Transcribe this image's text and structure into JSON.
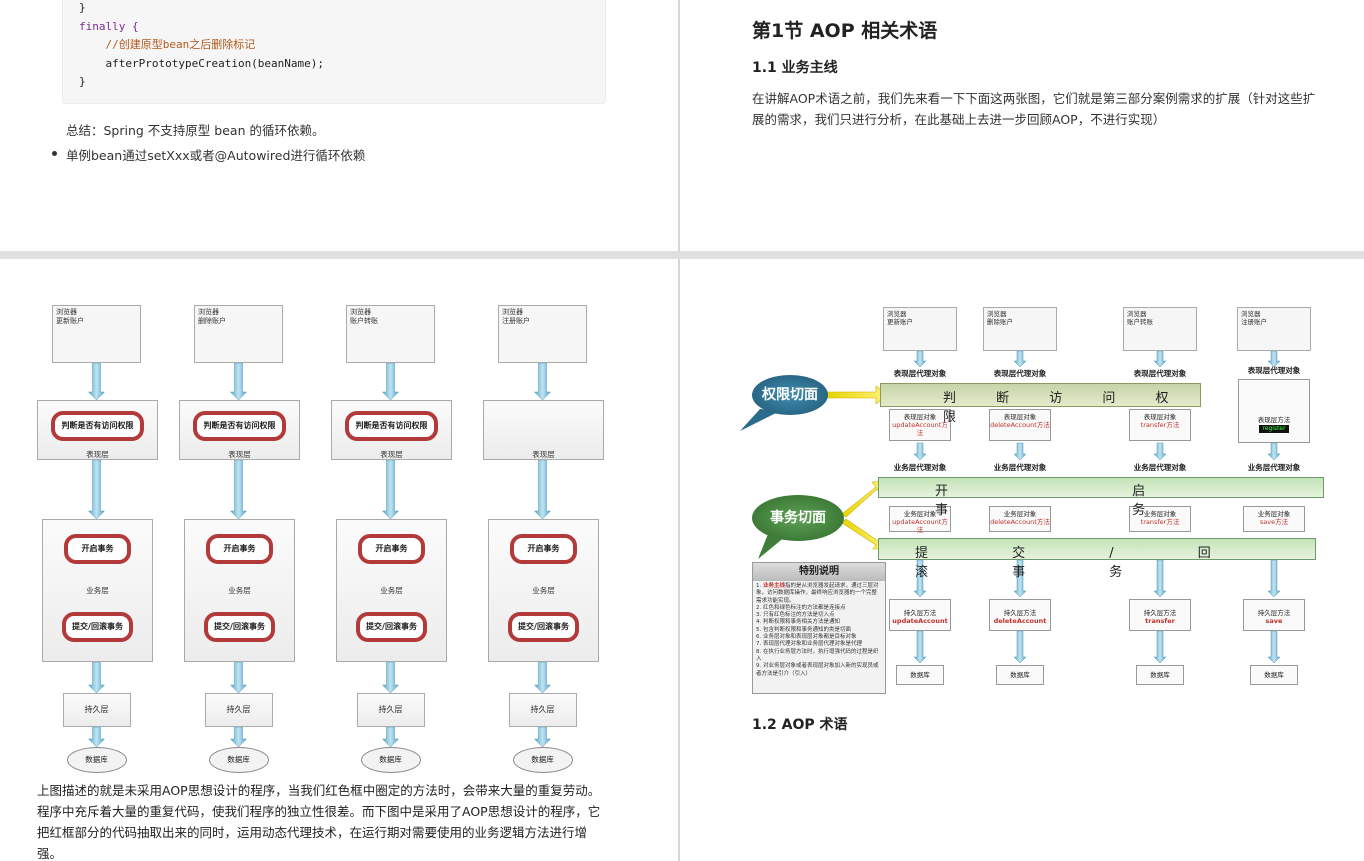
{
  "page1": {
    "code_lines": [
      "}",
      "finally {",
      "    //创建原型bean之后删除标记",
      "    afterPrototypeCreation(beanName);",
      "}"
    ],
    "summary": "总结：Spring 不支持原型 bean 的循环依赖。",
    "bullet": "单例bean通过setXxx或者@Autowired进行循环依赖"
  },
  "page2": {
    "section_title": "第1节 AOP 相关术语",
    "sub_title": "1.1 业务主线",
    "paragraph": "在讲解AOP术语之前，我们先来看一下下面这两张图，它们就是第三部分案例需求的扩展（针对这些扩展的需求，我们只进行分析，在此基础上去进一步回顾AOP，不进行实现）"
  },
  "diagram1": {
    "browsers": [
      "浏览器\n更新账户",
      "浏览器\n删除账户",
      "浏览器\n账户转账",
      "浏览器\n注册账户"
    ],
    "permission_check": "判断是否有访问权限",
    "presentation_layer": "表现层",
    "open_tx": "开启事务",
    "service_layer": "业务层",
    "commit_tx": "提交/回滚事务",
    "persistence_layer": "持久层",
    "database": "数据库"
  },
  "page3": {
    "paragraph": "上图描述的就是未采用AOP思想设计的程序，当我们红色框中圈定的方法时，会带来大量的重复劳动。程序中充斥着大量的重复代码，使我们程序的独立性很差。而下图中是采用了AOP思想设计的程序，它把红框部分的代码抽取出来的同时，运用动态代理技术，在运行期对需要使用的业务逻辑方法进行增强。"
  },
  "diagram2": {
    "browsers": [
      "浏览器\n更新账户",
      "浏览器\n删除账户",
      "浏览器\n账户转账",
      "浏览器\n注册账户"
    ],
    "presentation_proxy": "表现层代理对象",
    "service_proxy": "业务层代理对象",
    "permission_aspect": "权限切面",
    "permission_band": "判 断 访 问 权 限",
    "tx_aspect": "事务切面",
    "open_band": "开 启 事 务",
    "commit_band": "提 交 / 回 滚 事 务",
    "presentation_objects": [
      {
        "title": "表现层对象",
        "method": "updateAccount方法"
      },
      {
        "title": "表现层对象",
        "method": "deleteAccount方法"
      },
      {
        "title": "表现层对象",
        "method": "transfer方法"
      },
      {
        "title": "表现层方法",
        "method": "register"
      }
    ],
    "service_objects": [
      {
        "title": "业务层对象",
        "method": "updateAccount方法"
      },
      {
        "title": "业务层对象",
        "method": "deleteAccount方法"
      },
      {
        "title": "业务层对象",
        "method": "transfer方法"
      },
      {
        "title": "业务层对象",
        "method": "save方法"
      }
    ],
    "persist_objects": [
      {
        "title": "持久层方法",
        "method": "updateAccount"
      },
      {
        "title": "持久层方法",
        "method": "deleteAccount"
      },
      {
        "title": "持久层方法",
        "method": "transfer"
      },
      {
        "title": "持久层方法",
        "method": "save"
      }
    ],
    "database": "数据库",
    "note_title": "特别说明",
    "note_lines": [
      "1. 业务主线指的是从浏览器发起请求，通过三层对象，访问数据库操作，最终响应浏览器的一个完整需求功能实现。",
      "2. 红色和绿色标注的方法都是连接点",
      "3. 只有红色标注的方法是切入点",
      "4. 判断权限和事务相关方法是通知",
      "5. 包含判断权限和事务通知的类是切面",
      "6. 业务层对象和表现层对象都是目标对象",
      "7. 表现层代理对象和业务层代理对象是代理",
      "8. 在执行业务层方法时，执行增强代码的过程是织入",
      "9. 对业务层对象或者表现层对象加入新的实现员或者方法是引介（引入）"
    ],
    "note_highlight": "业务主线"
  },
  "page4": {
    "sub_title": "1.2 AOP 术语"
  },
  "colors": {
    "accent_red": "#b23a3a",
    "arrow_blue": "#7fbfd9",
    "band_green": "#cfe6c2",
    "bubble_blue": "#2a6a8a",
    "bubble_green": "#3f7f3a"
  }
}
